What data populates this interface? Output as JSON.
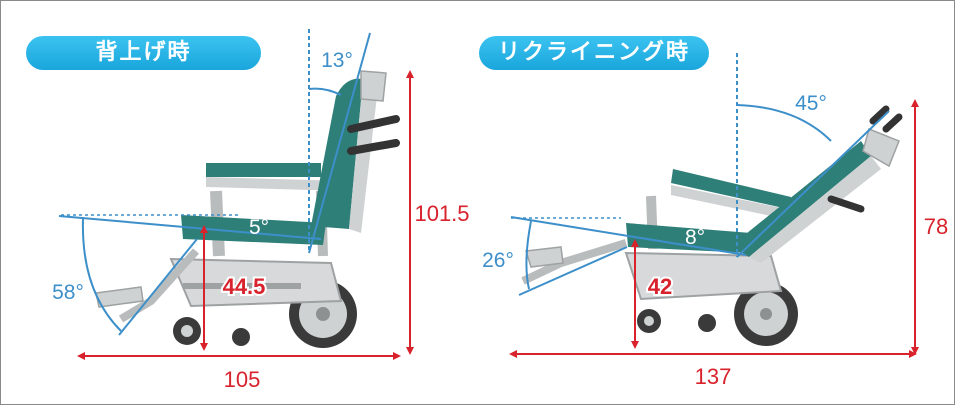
{
  "panels": [
    {
      "title": "背上げ時",
      "angles": [
        "13°",
        "5°",
        "58°"
      ],
      "dimensions": {
        "width": "105",
        "height": "101.5",
        "seat_height": "44.5"
      }
    },
    {
      "title": "リクライニング時",
      "angles": [
        "45°",
        "8°",
        "26°"
      ],
      "dimensions": {
        "width": "137",
        "height": "78",
        "seat_height": "42"
      }
    }
  ],
  "colors": {
    "angle_blue": "#3d8fca",
    "dimension_red": "#d8222c",
    "label_white": "#ffffff",
    "pill_blue": "#23b0e4",
    "upholstery_teal": "#2f7f79",
    "frame_gray": "#b9bcbd"
  }
}
